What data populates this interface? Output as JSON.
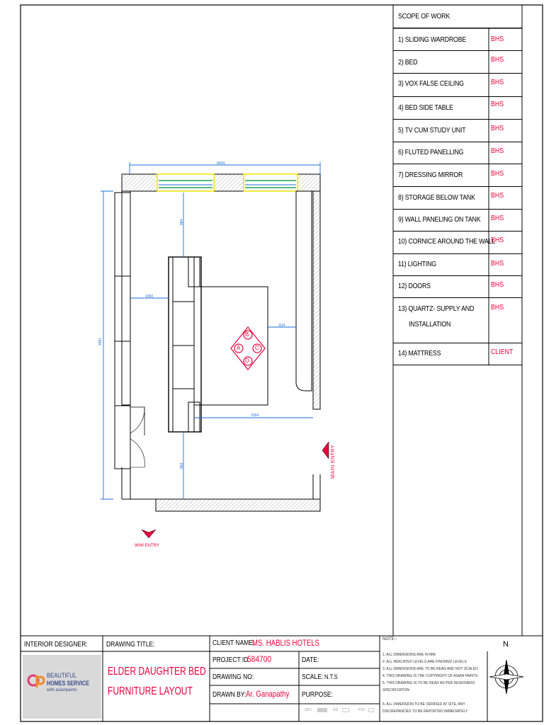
{
  "scope": {
    "header": "SCOPE OF WORK",
    "items": [
      {
        "label": "1) SLIDING WARDROBE",
        "by": "BHS"
      },
      {
        "label": "2) BED",
        "by": "BHS"
      },
      {
        "label": "3) VOX FALSE CEILING",
        "by": "BHS"
      },
      {
        "label": "4) BED SIDE TABLE",
        "by": "BHS"
      },
      {
        "label": "5) TV CUM STUDY UNIT",
        "by": "BHS"
      },
      {
        "label": "6) FLUTED PANELLING",
        "by": "BHS"
      },
      {
        "label": "7) DRESSING MIRROR",
        "by": "BHS"
      },
      {
        "label": "8) STORAGE BELOW TANK",
        "by": "BHS"
      },
      {
        "label": "9) WALL PANELING ON TANK",
        "by": "BHS"
      },
      {
        "label": "10) CORNICE AROUND THE WALL",
        "by": "BHS"
      },
      {
        "label": "11) LIGHTING",
        "by": "BHS"
      },
      {
        "label": "12) DOORS",
        "by": "BHS"
      },
      {
        "label": "13) QUARTZ- SUPPLY AND",
        "label2": "INSTALLATION",
        "by": "BHS"
      },
      {
        "label": "14) MATTRESS",
        "by": "CLIENT"
      }
    ]
  },
  "plan": {
    "dim_top": "5034",
    "dim_left": "4997",
    "dim_upper": "984",
    "dim_side": "1050",
    "dim_right": "814",
    "dim_bottom": "3164",
    "dim_lower": "993",
    "markers": [
      "A",
      "B",
      "C",
      "D"
    ],
    "main_entry": "MAIN ENTRY",
    "wiw_entry": "WIW ENTRY"
  },
  "titleblock": {
    "designer_label": "INTERIOR DESIGNER:",
    "logo_line1": "BEAUTIFUL",
    "logo_line2": "HOMES SERVICE",
    "logo_line3": "with asianpaints",
    "drawing_title_label": "DRAWING TITLE:",
    "drawing_title_1": "ELDER DAUGHTER BED",
    "drawing_title_2": "FURNITURE LAYOUT",
    "client_label": "CLIENT NAME:",
    "client_value": "MS. HABLIS HOTELS",
    "project_label": "PROJECT ID:",
    "project_value": "584700",
    "date_label": "DATE:",
    "drawing_no_label": "DRAWING NO:",
    "scale_label": "SCALE:",
    "scale_value": "N.T.S",
    "drawn_by_label": "DRAWN BY:",
    "drawn_by_value": "Ar. Ganapathy",
    "purpose_label": "PURPOSE:",
    "purpose_options": [
      "GFC",
      "DD",
      "P10"
    ],
    "note_label": "NOTE:-",
    "notes": [
      "1.  ALL DIMENSIONS ARE IN MM.",
      "2.  ALL INDICATED LEVELS ARE FINISHED LEVELS",
      "3.  ALL DIMENSIONS ARE TO BE READ AND NOT SCALED",
      "4.  THIS DRAWING IS THE COPYRIGHT OF ASIAN PAINTS",
      "5.  THIS DRAWING IS TO BE READ AS PER DESIGNERS",
      "     SPECIFICATION",
      "6.  ALL DIMENSION TO BE VERIFIED AT SITE, ANY",
      "     DISCREPANCIES TO BE REPORTED IMMEDIATELY"
    ],
    "north": "N"
  },
  "colors": {
    "accent_red": "#e8003c",
    "dim_blue": "#1a6fd6",
    "window_green": "#1fa64a",
    "window_yellow": "#f2e200"
  }
}
